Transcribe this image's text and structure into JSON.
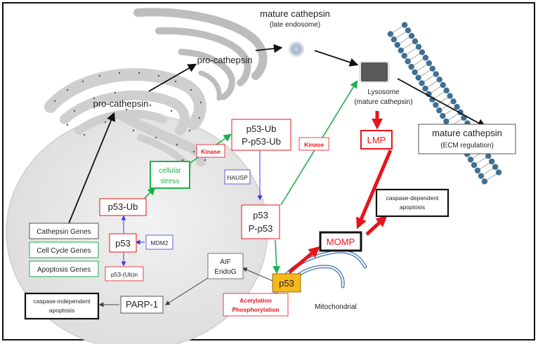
{
  "labels": {
    "mature_cathepsin_top": "mature cathepsin",
    "late_endosome": "(late endosome)",
    "pro_cathepsin_golgi": "pro-cathepsin",
    "pro_cathepsin_er": "pro-cathepsin",
    "lysosome_line1": "Lysosome",
    "lysosome_line2": "(mature cathepsin)",
    "mature_cathepsin_right_line1": "mature cathepsin",
    "mature_cathepsin_right_line2": "(ECM regulation)",
    "kinase_left": "Kinase",
    "kinase_right": "Kinase",
    "p53_ub_top_line1": "p53-Ub",
    "p53_ub_top_line2": "P-p53-Ub",
    "cellular_stress_line1": "cellular",
    "cellular_stress_line2": "stress",
    "hausp": "HAUSP",
    "lmp": "LMP",
    "p53_ub_nucleus": "p53-Ub",
    "p53_mid_line1": "p53",
    "p53_mid_line2": "P-p53",
    "caspase_dependent_line1": "caspase-dependent",
    "caspase_dependent_line2": "apoptosis",
    "cathepsin_genes": "Cathepsin Genes",
    "cell_cycle_genes": "Cell Cycle Genes",
    "apoptosis_genes": "Apoptosis Genes",
    "p53_nucleus": "p53",
    "mdm2": "MDM2",
    "momp": "MOMP",
    "p53_ubn": "p53-(Ub)n",
    "aif": "AIF",
    "endog": "EndoG",
    "p53_mito": "p53",
    "acetylation": "Acetylation",
    "phosphorylation": "Phosphorylation",
    "mitochondrial": "Mitochondrial",
    "caspase_independent_line1": "caspase-independent",
    "caspase_independent_line2": "apoptosis",
    "parp1": "PARP-1"
  },
  "colors": {
    "red": "#e8141b",
    "green": "#1fae4f",
    "blue": "#3a3ae0",
    "p53_highlight": "#f6b81a",
    "membrane_blue": "#3f6f93",
    "mito_blue": "#5a84b4"
  }
}
